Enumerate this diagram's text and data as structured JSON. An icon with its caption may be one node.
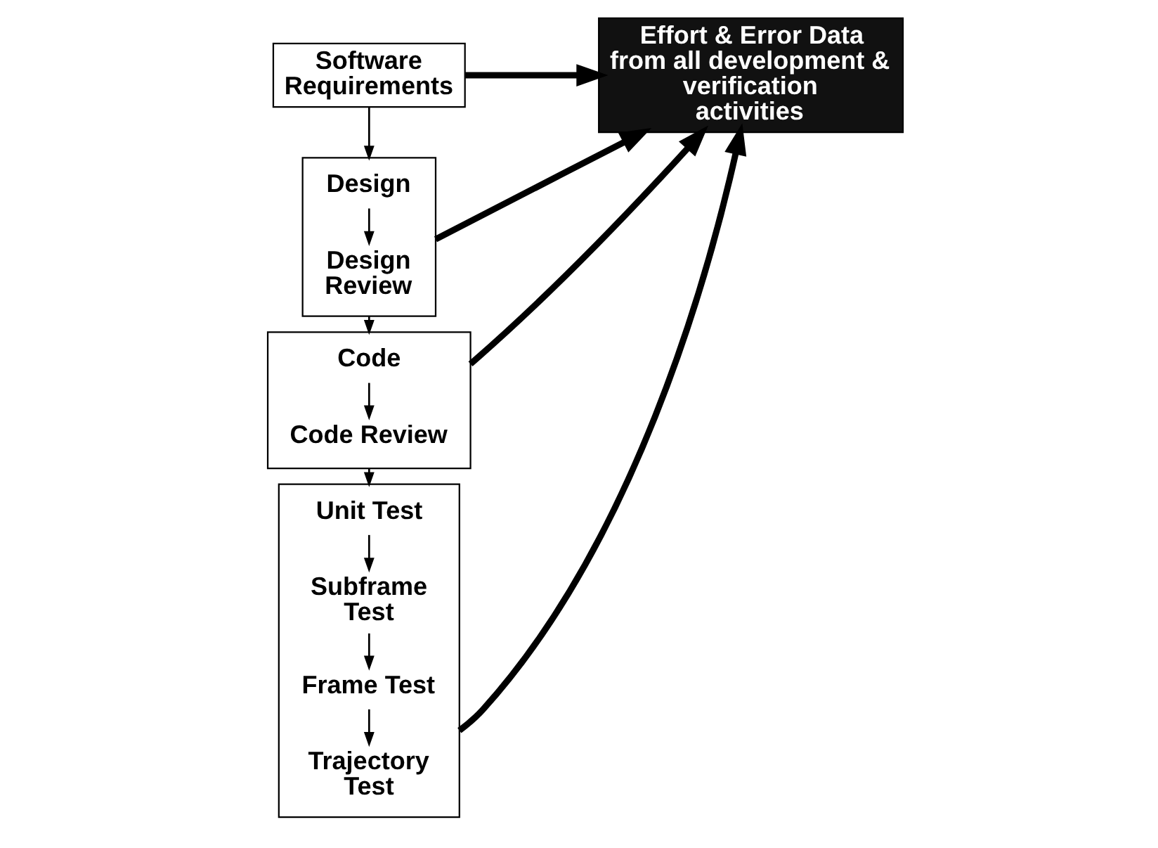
{
  "diagram": {
    "nodes": [
      {
        "text": [
          "Software Requirements"
        ]
      },
      {
        "text": [],
        "shape": "box"
      },
      {
        "text": [
          "Design"
        ],
        "in": 1
      },
      {
        "text": [
          "Design Review"
        ],
        "in": 1
      },
      {
        "text": [],
        "shape": "box"
      },
      {
        "text": [
          "Code"
        ],
        "in": 4
      },
      {
        "text": [
          "Code Review"
        ],
        "in": 4
      },
      {
        "text": [],
        "shape": "box"
      },
      {
        "text": [
          "Unit Test"
        ],
        "in": 7
      },
      {
        "text": [
          "Subframe Test"
        ],
        "in": 7
      },
      {
        "text": [
          "Frame Test"
        ],
        "in": 7
      },
      {
        "text": [
          "Trajectory Test"
        ],
        "in": 7
      },
      {
        "text": [
          "Effort & Error Data from all development & verification activities"
        ]
      }
    ],
    "edges": [
      {
        "from": 0,
        "to": 1,
        "arrow": "to"
      },
      {
        "from": 2,
        "to": 3,
        "arrow": "to"
      },
      {
        "from": 1,
        "to": 4,
        "arrow": "to"
      },
      {
        "from": 5,
        "to": 6,
        "arrow": "to"
      },
      {
        "from": 4,
        "to": 7,
        "arrow": "to"
      },
      {
        "from": 8,
        "to": 9,
        "arrow": "to"
      },
      {
        "from": 9,
        "to": 10,
        "arrow": "to"
      },
      {
        "from": 10,
        "to": 11,
        "arrow": "to"
      },
      {
        "from": 0,
        "to": 12,
        "arrow": "to",
        "style": "thick"
      },
      {
        "from": 1,
        "to": 12,
        "arrow": "to",
        "style": "thick"
      },
      {
        "from": 4,
        "to": 12,
        "arrow": "to",
        "style": "thick"
      },
      {
        "from": 7,
        "to": 12,
        "arrow": "to",
        "style": "thick"
      }
    ]
  }
}
